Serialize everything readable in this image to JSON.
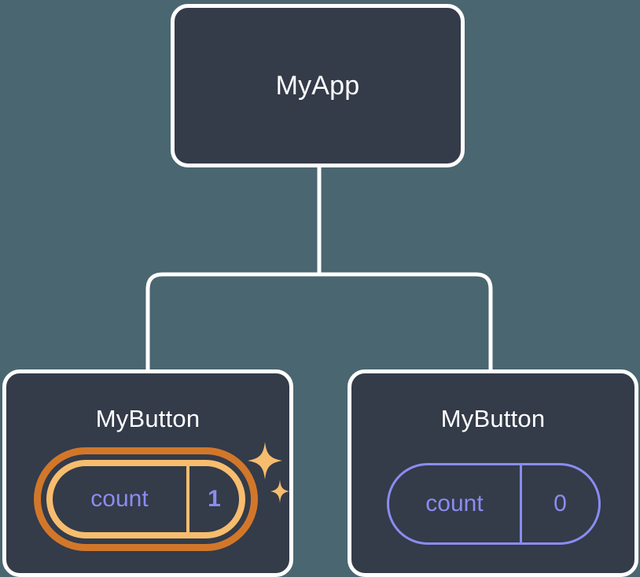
{
  "diagram": {
    "title": "React component tree with state",
    "background_color": "#4a6670",
    "node_fill_color": "#343b49",
    "node_border_color": "#ffffff",
    "connector_color": "#ffffff",
    "highlight_outer_color": "#d2772a",
    "highlight_inner_color": "#f7bd6e",
    "state_text_color": "#8a8cf0"
  },
  "root": {
    "label": "MyApp"
  },
  "children": [
    {
      "label": "MyButton",
      "state": {
        "key": "count",
        "value": "1"
      },
      "highlighted": true,
      "sparkle_icon": "sparkles-icon"
    },
    {
      "label": "MyButton",
      "state": {
        "key": "count",
        "value": "0"
      },
      "highlighted": false
    }
  ]
}
